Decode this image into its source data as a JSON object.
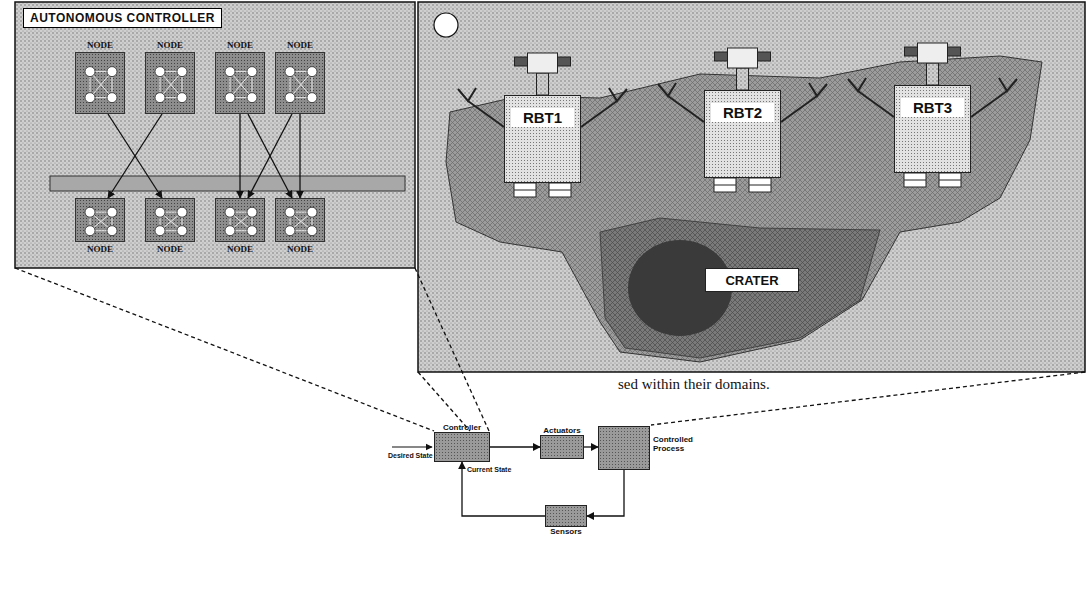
{
  "diagram": {
    "nodes": [
      {
        "text": [
          "AUTONOMOUS CONTROLLER"
        ]
      },
      {
        "text": [
          "NODE"
        ],
        "in": 0
      },
      {
        "text": [
          "NODE"
        ],
        "in": 0
      },
      {
        "text": [
          "NODE"
        ],
        "in": 0
      },
      {
        "text": [
          "NODE"
        ],
        "in": 0
      },
      {
        "text": [
          "NODE"
        ],
        "in": 0
      },
      {
        "text": [
          "NODE"
        ],
        "in": 0
      },
      {
        "text": [
          "NODE"
        ],
        "in": 0
      },
      {
        "text": [
          "NODE"
        ],
        "in": 0
      },
      {
        "text": [
          "RBT1"
        ]
      },
      {
        "text": [
          "RBT2"
        ]
      },
      {
        "text": [
          "RBT3"
        ]
      },
      {
        "text": [
          "CRATER"
        ]
      },
      {
        "text": [
          "Controller"
        ]
      },
      {
        "text": [
          "Actuators"
        ]
      },
      {
        "text": [
          "Controlled Process"
        ]
      },
      {
        "text": [
          "Sensors"
        ]
      }
    ],
    "edges": [
      {
        "from": 1,
        "to": 6,
        "arrow": "to"
      },
      {
        "from": 2,
        "to": 5,
        "arrow": "to"
      },
      {
        "from": 3,
        "to": 8,
        "arrow": "to"
      },
      {
        "from": 4,
        "to": 7,
        "arrow": "to"
      },
      {
        "from": 3,
        "to": 7,
        "arrow": "to"
      },
      {
        "from": 4,
        "to": 8,
        "arrow": "to"
      },
      {
        "from": 13,
        "to": 14,
        "arrow": "to"
      },
      {
        "from": 14,
        "to": 15,
        "arrow": "to"
      },
      {
        "from": 15,
        "to": 16,
        "arrow": "to"
      },
      {
        "from": 16,
        "to": 13,
        "label": "Current State",
        "arrow": "to"
      }
    ],
    "labels": [
      "Desired State",
      "sed within their domains."
    ]
  }
}
